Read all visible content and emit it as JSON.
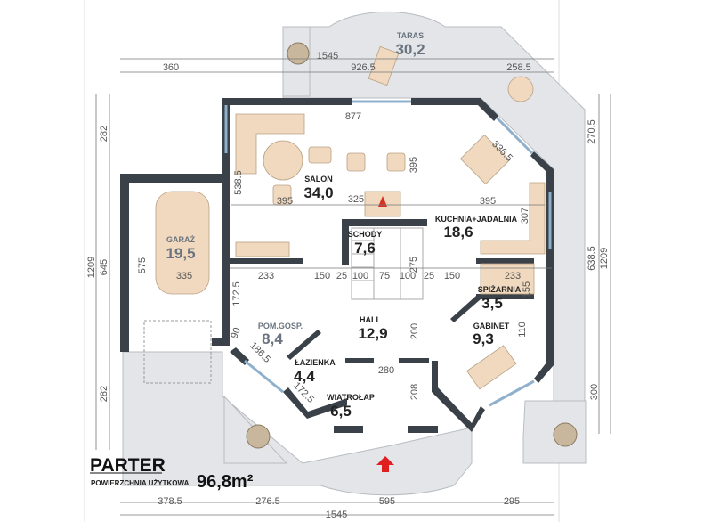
{
  "title": "PARTER",
  "subtitle": "POWIERZCHNIA UŻYTKOWA",
  "total_area": "96,8m²",
  "rooms": [
    {
      "name": "TARAS",
      "area": "30,2"
    },
    {
      "name": "SALON",
      "area": "34,0"
    },
    {
      "name": "GARAŻ",
      "area": "19,5"
    },
    {
      "name": "SCHODY",
      "area": "7,6"
    },
    {
      "name": "KUCHNIA+JADALNIA",
      "area": "18,6"
    },
    {
      "name": "SPIŻARNIA",
      "area": "3,5"
    },
    {
      "name": "POM.GOSP.",
      "area": "8,4"
    },
    {
      "name": "HALL",
      "area": "12,9"
    },
    {
      "name": "GABINET",
      "area": "9,3"
    },
    {
      "name": "ŁAZIENKA",
      "area": "4,4"
    },
    {
      "name": "WIATROŁAP",
      "area": "6,5"
    }
  ],
  "dimensions": [
    "1545",
    "926.5",
    "360",
    "258.5",
    "877",
    "395",
    "325",
    "395",
    "336.5",
    "233",
    "150",
    "25",
    "100",
    "75",
    "100",
    "25",
    "150",
    "233",
    "335",
    "280",
    "378.5",
    "276.5",
    "595",
    "295",
    "1545",
    "282",
    "1209",
    "645",
    "282",
    "575",
    "538.5",
    "395",
    "307",
    "270.5",
    "638.5",
    "1209",
    "300",
    "172.5",
    "90",
    "186.5",
    "172.5",
    "275",
    "200",
    "208",
    "155",
    "110"
  ],
  "colors": {
    "wall": "#3a4148",
    "terrace": "#e3e5e8",
    "furniture": "#f0d9bf",
    "entrance_arrow": "#e02020"
  }
}
